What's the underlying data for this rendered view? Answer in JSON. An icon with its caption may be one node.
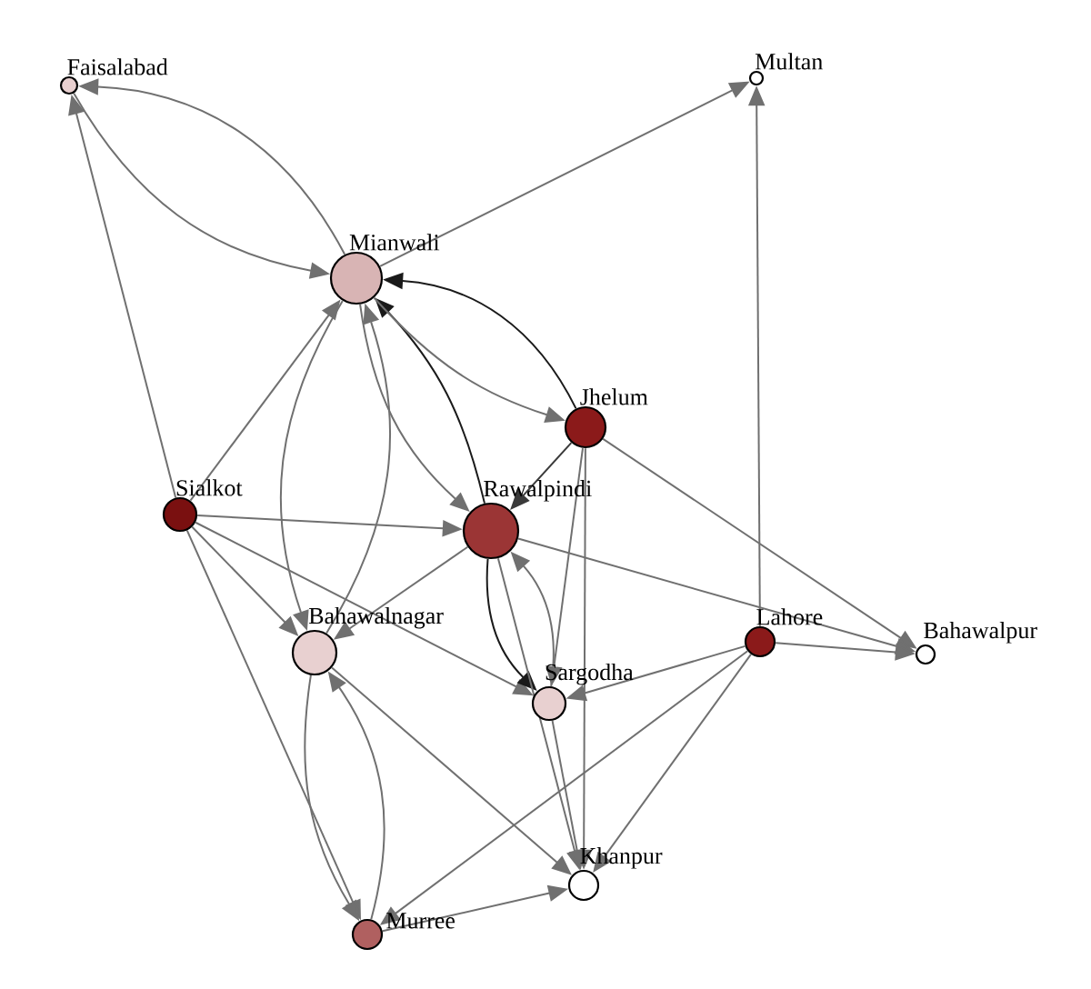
{
  "diagram": {
    "nodes": [
      {
        "text": [
          "Faisalabad"
        ]
      },
      {
        "text": [
          "Multan"
        ]
      },
      {
        "text": [
          "Mianwali"
        ]
      },
      {
        "text": [
          "Jhelum"
        ]
      },
      {
        "text": [
          "Sialkot"
        ]
      },
      {
        "text": [
          "Rawalpindi"
        ]
      },
      {
        "text": [
          "Bahawalnagar"
        ]
      },
      {
        "text": [
          "Lahore"
        ]
      },
      {
        "text": [
          "Bahawalpur"
        ]
      },
      {
        "text": [
          "Sargodha"
        ]
      },
      {
        "text": [
          "Khanpur"
        ]
      },
      {
        "text": [
          "Murree"
        ]
      }
    ],
    "edges": [
      {
        "from": 2,
        "to": 0,
        "arrow": "to"
      },
      {
        "from": 0,
        "to": 2,
        "arrow": "to"
      },
      {
        "from": 4,
        "to": 0,
        "arrow": "to"
      },
      {
        "from": 2,
        "to": 1,
        "arrow": "to"
      },
      {
        "from": 7,
        "to": 1,
        "arrow": "to"
      },
      {
        "from": 4,
        "to": 2,
        "arrow": "to"
      },
      {
        "from": 6,
        "to": 2,
        "arrow": "to"
      },
      {
        "from": 2,
        "to": 6,
        "arrow": "to"
      },
      {
        "from": 2,
        "to": 5,
        "arrow": "to"
      },
      {
        "from": 5,
        "to": 2,
        "arrow": "to",
        "color": "#1a1a1a"
      },
      {
        "from": 3,
        "to": 2,
        "arrow": "to",
        "color": "#1a1a1a"
      },
      {
        "from": 2,
        "to": 3,
        "arrow": "to"
      },
      {
        "from": 3,
        "to": 5,
        "arrow": "to",
        "color": "#3a3a3a"
      },
      {
        "from": 3,
        "to": 9,
        "arrow": "to"
      },
      {
        "from": 3,
        "to": 10,
        "arrow": "to"
      },
      {
        "from": 3,
        "to": 8,
        "arrow": "to"
      },
      {
        "from": 4,
        "to": 5,
        "arrow": "to"
      },
      {
        "from": 4,
        "to": 6,
        "arrow": "to"
      },
      {
        "from": 4,
        "to": 9,
        "arrow": "to"
      },
      {
        "from": 4,
        "to": 11,
        "arrow": "to"
      },
      {
        "from": 5,
        "to": 6,
        "arrow": "to"
      },
      {
        "from": 5,
        "to": 8,
        "arrow": "to"
      },
      {
        "from": 5,
        "to": 9,
        "arrow": "to",
        "color": "#1a1a1a"
      },
      {
        "from": 9,
        "to": 5,
        "arrow": "to"
      },
      {
        "from": 5,
        "to": 10,
        "arrow": "to"
      },
      {
        "from": 9,
        "to": 10,
        "arrow": "to"
      },
      {
        "from": 7,
        "to": 8,
        "arrow": "to"
      },
      {
        "from": 7,
        "to": 9,
        "arrow": "to"
      },
      {
        "from": 7,
        "to": 11,
        "arrow": "to"
      },
      {
        "from": 7,
        "to": 10,
        "arrow": "to"
      },
      {
        "from": 6,
        "to": 10,
        "arrow": "to"
      },
      {
        "from": 6,
        "to": 11,
        "arrow": "to"
      },
      {
        "from": 11,
        "to": 6,
        "arrow": "to"
      },
      {
        "from": 11,
        "to": 10,
        "arrow": "to"
      }
    ]
  }
}
